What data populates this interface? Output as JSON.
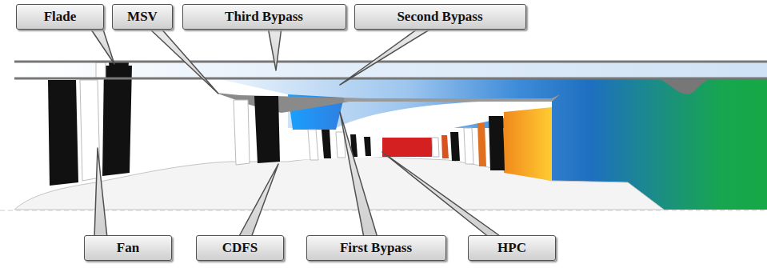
{
  "diagram": {
    "nodes": [
      {
        "text": [
          "Flade"
        ]
      },
      {
        "text": [
          "MSV"
        ]
      },
      {
        "text": [
          "Third Bypass"
        ]
      },
      {
        "text": [
          "Second Bypass"
        ]
      },
      {
        "text": [
          "Fan"
        ]
      },
      {
        "text": [
          "CDFS"
        ]
      },
      {
        "text": [
          "First Bypass"
        ]
      },
      {
        "text": [
          "HPC"
        ]
      }
    ]
  }
}
